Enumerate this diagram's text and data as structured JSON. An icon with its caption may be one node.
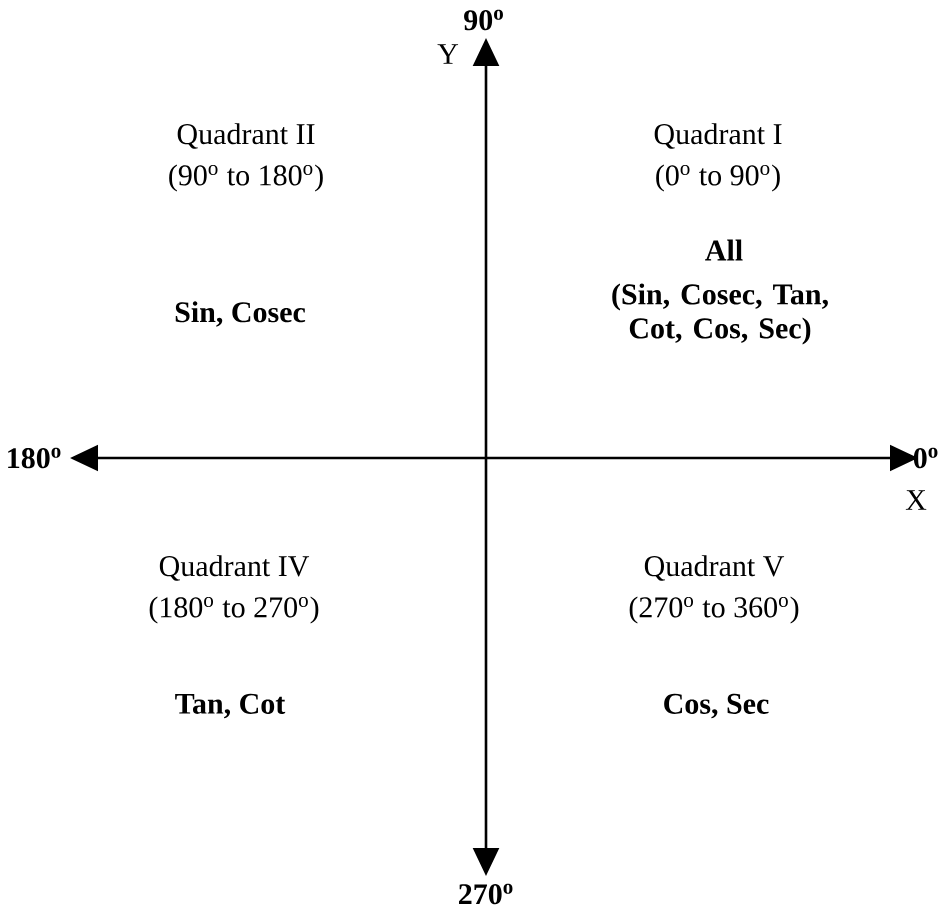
{
  "diagram": {
    "labels": [
      "90$^{o}$",
      "Y",
      "Quadrant II",
      "(90$^{o}$ to 180$^{o}$)",
      "Quadrant I",
      "(0$^{o}$ to 90$^{o}$)",
      "All",
      "(Sin, Cosec, Tan, Cot, Cos, Sec)",
      "Sin, Cosec",
      "180$^{o}$",
      "0$^{o}$",
      "X",
      "Quadrant IV",
      "(180$^{o}$ to 270$^{o}$)",
      "Quadrant V",
      "(270$^{o}$ to 360$^{o}$)",
      "Tan, Cot",
      "Cos, Sec",
      "270$^{o}$"
    ]
  }
}
